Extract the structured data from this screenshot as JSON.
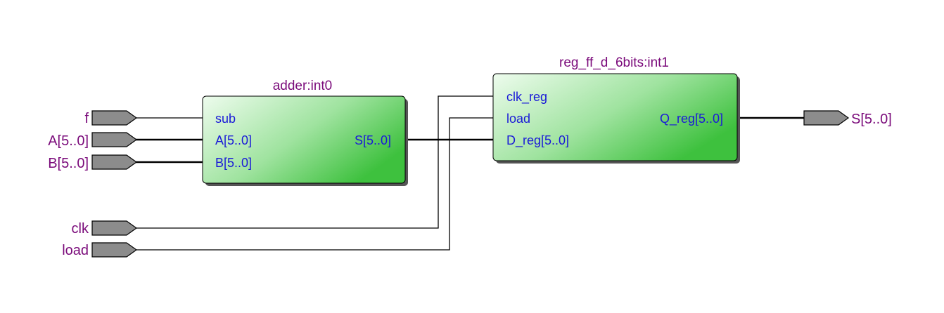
{
  "inputs": {
    "f": "f",
    "a": "A[5..0]",
    "b": "B[5..0]",
    "clk": "clk",
    "load": "load"
  },
  "outputs": {
    "s": "S[5..0]"
  },
  "adder": {
    "instance": "adder:int0",
    "ports": {
      "sub": "sub",
      "a": "A[5..0]",
      "b": "B[5..0]",
      "s": "S[5..0]"
    }
  },
  "register": {
    "instance": "reg_ff_d_6bits:int1",
    "ports": {
      "clk": "clk_reg",
      "load": "load",
      "d": "D_reg[5..0]",
      "q": "Q_reg[5..0]"
    }
  },
  "colors": {
    "block_light": "#e6fbe6",
    "block_dark": "#3ec13e",
    "pin_fill": "#8c8c8c",
    "label_purple": "#7a0a7a",
    "port_blue": "#1a1ad8"
  }
}
